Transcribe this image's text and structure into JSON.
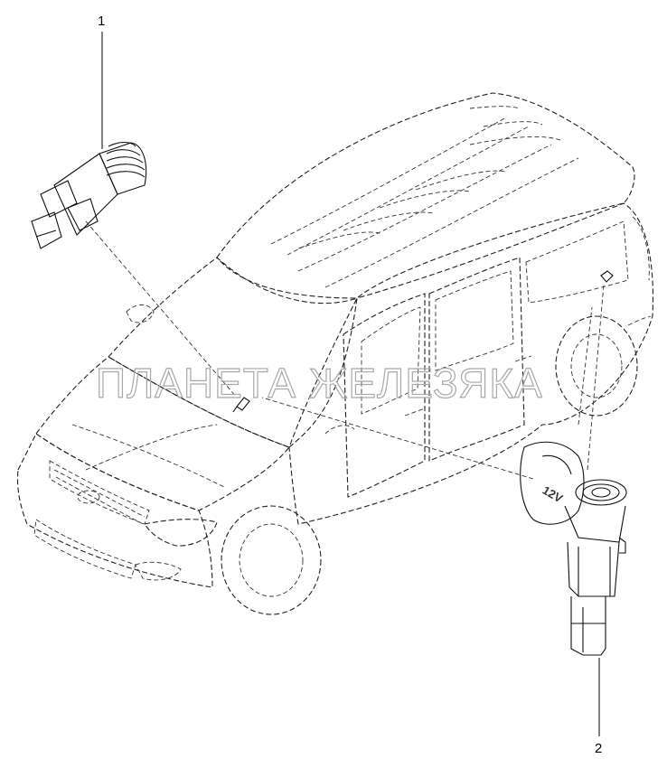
{
  "watermark": {
    "text": "ПЛАНЕТА ЖЕЛЕЗЯКА"
  },
  "callouts": [
    {
      "number": "1",
      "part": "socket-connector"
    },
    {
      "number": "2",
      "part": "power-outlet-12v"
    }
  ],
  "outlet_cap": {
    "label": "12V"
  }
}
